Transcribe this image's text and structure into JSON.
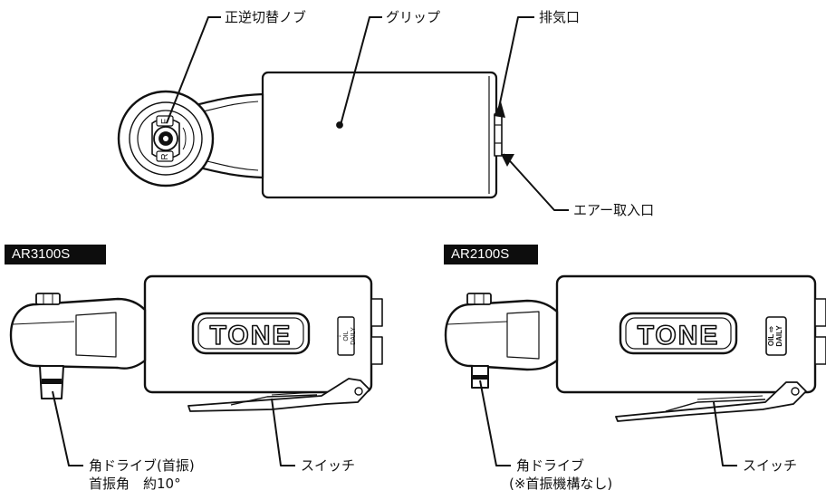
{
  "top_tool": {
    "labels": {
      "forward_reverse_knob": "正逆切替ノブ",
      "grip": "グリップ",
      "exhaust_port": "排気口",
      "air_inlet": "エアー取入口"
    },
    "knob_letters": {
      "forward": "F",
      "reverse": "R"
    }
  },
  "models": [
    {
      "model": "AR3100S",
      "brand": "TONE",
      "oil_plate": [
        "↓",
        "OIL",
        "DAILY"
      ],
      "labels": {
        "square_drive": "角ドライブ(首振)",
        "swivel_angle": "首振角　約10°",
        "switch": "スイッチ"
      }
    },
    {
      "model": "AR2100S",
      "brand": "TONE",
      "oil_plate": [
        "OIL ⇨",
        "DAILY"
      ],
      "labels": {
        "square_drive": "角ドライブ",
        "no_swivel": "(※首振機構なし)",
        "switch": "スイッチ"
      }
    }
  ],
  "colors": {
    "line": "#111111",
    "badge_bg": "#0d0d0d",
    "badge_text": "#ffffff"
  }
}
